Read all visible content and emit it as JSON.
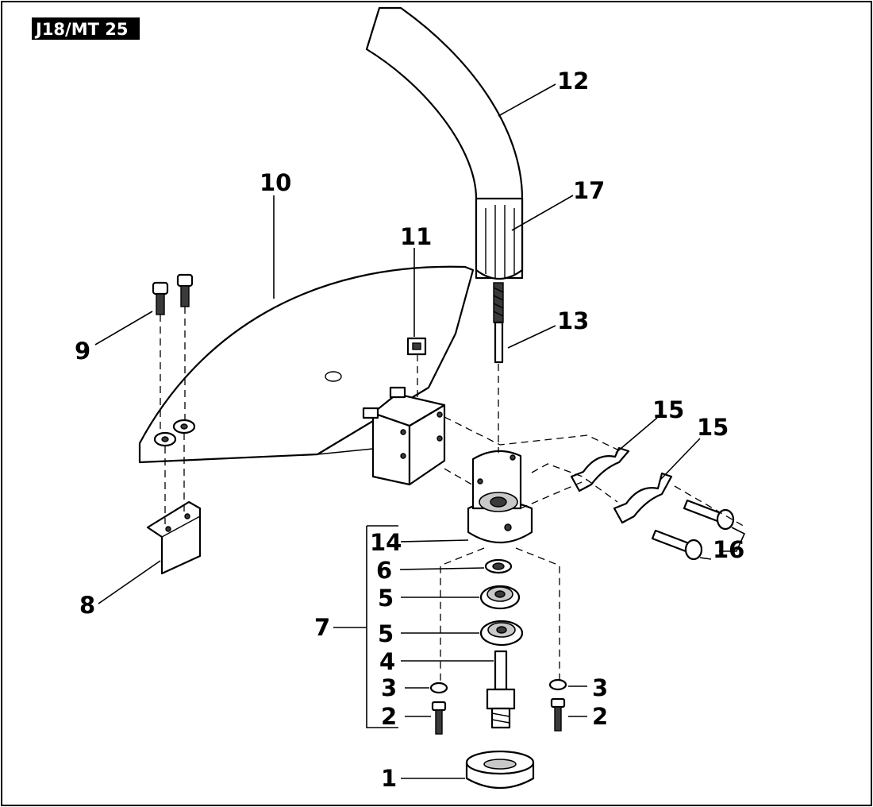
{
  "header": {
    "code": "J18/MT 25"
  },
  "callouts": [
    {
      "id": "12",
      "label": "12"
    },
    {
      "id": "17",
      "label": "17"
    },
    {
      "id": "10",
      "label": "10"
    },
    {
      "id": "11",
      "label": "11"
    },
    {
      "id": "9",
      "label": "9"
    },
    {
      "id": "13",
      "label": "13"
    },
    {
      "id": "15a",
      "label": "15"
    },
    {
      "id": "15b",
      "label": "15"
    },
    {
      "id": "14",
      "label": "14"
    },
    {
      "id": "16",
      "label": "16"
    },
    {
      "id": "6",
      "label": "6"
    },
    {
      "id": "5a",
      "label": "5"
    },
    {
      "id": "8",
      "label": "8"
    },
    {
      "id": "7",
      "label": "7"
    },
    {
      "id": "5b",
      "label": "5"
    },
    {
      "id": "4",
      "label": "4"
    },
    {
      "id": "3a",
      "label": "3"
    },
    {
      "id": "3b",
      "label": "3"
    },
    {
      "id": "2a",
      "label": "2"
    },
    {
      "id": "2b",
      "label": "2"
    },
    {
      "id": "1",
      "label": "1"
    }
  ]
}
